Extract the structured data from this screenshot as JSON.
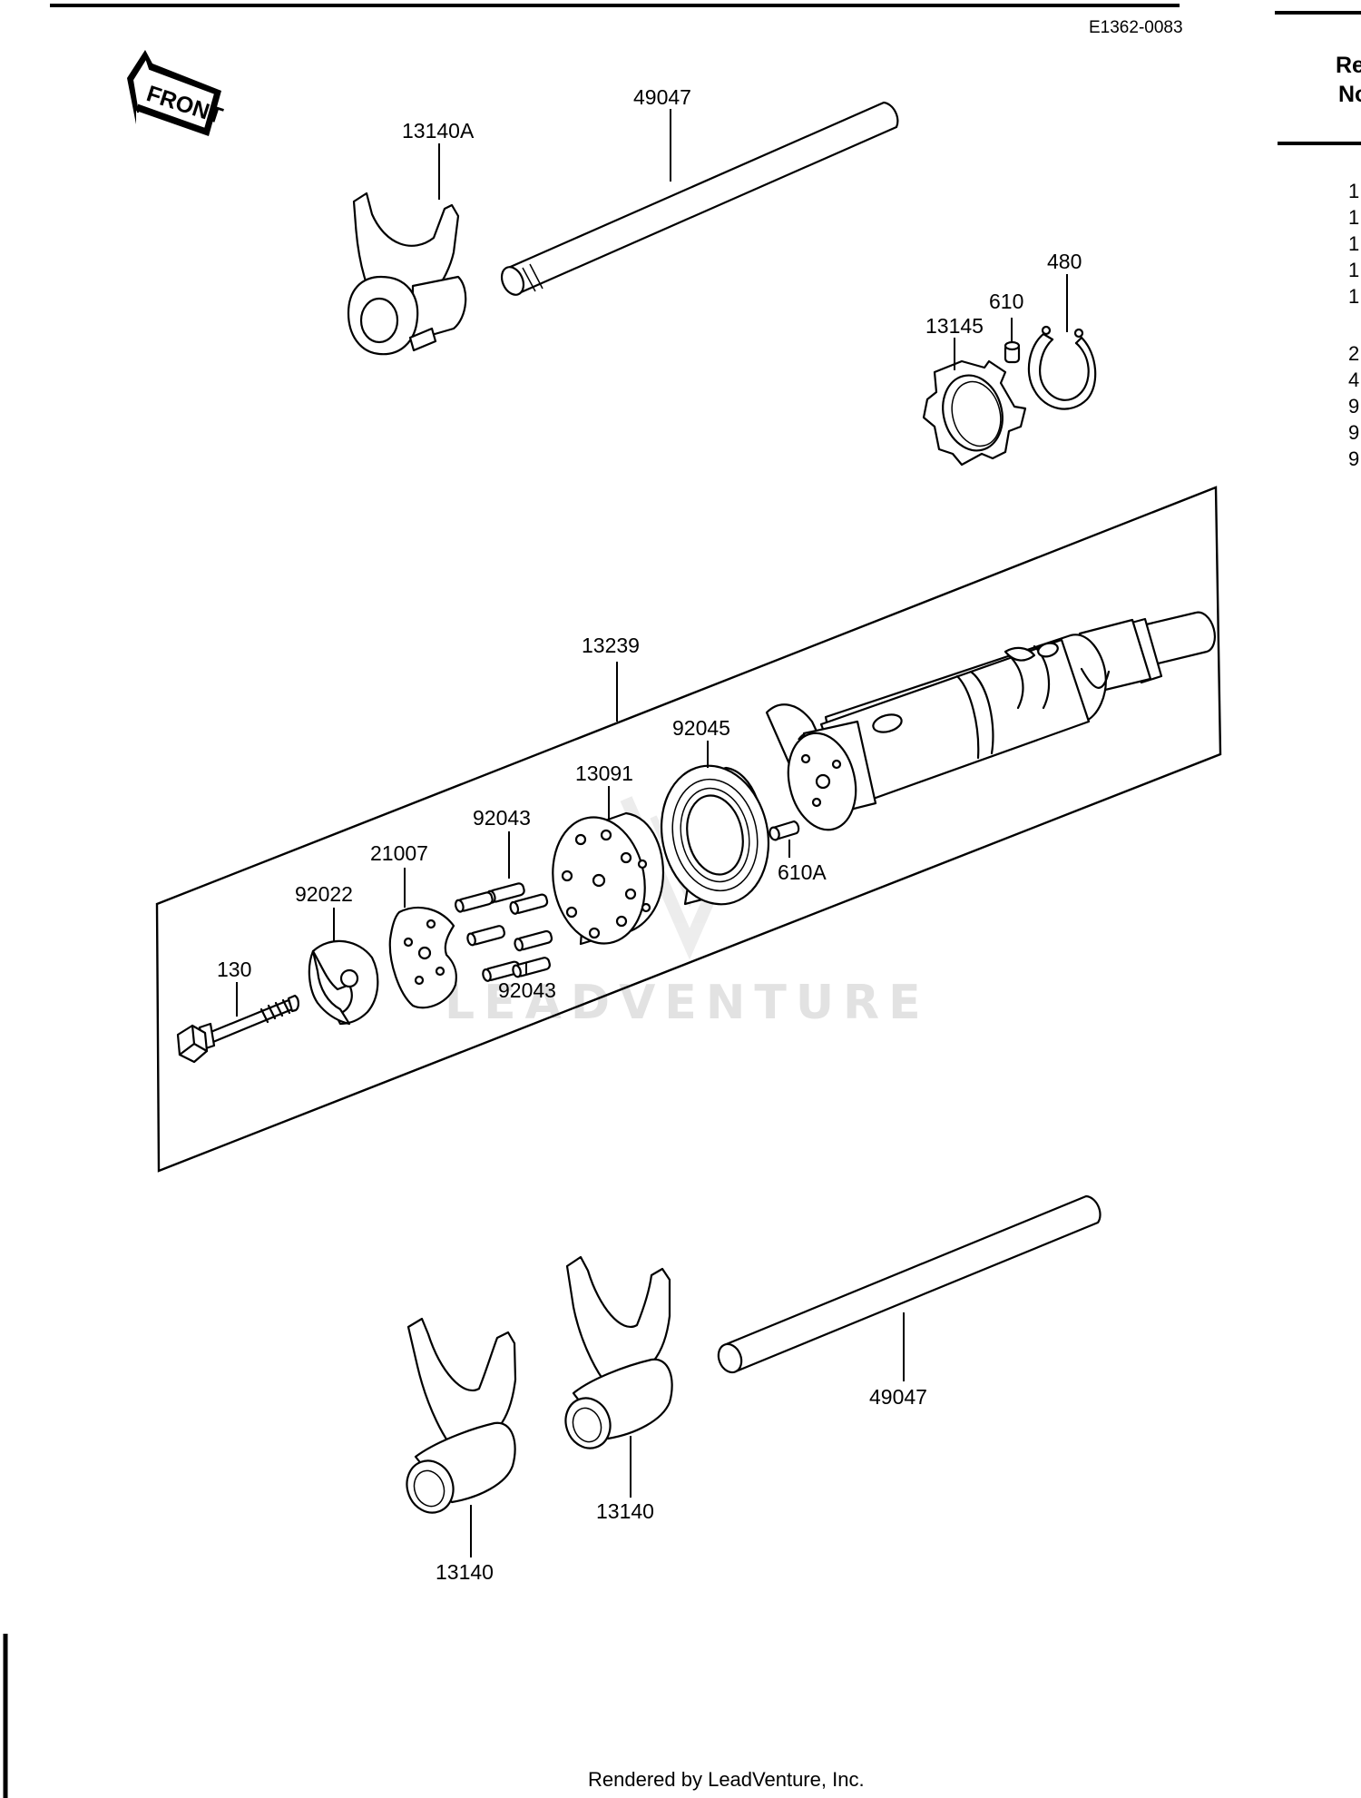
{
  "diagram": {
    "code": "E1362-0083",
    "front_label": "FRONT",
    "watermark": "LEADVENTURE",
    "footer": "Rendered by LeadVenture, Inc.",
    "side_header": [
      "Re",
      "No"
    ],
    "side_refs": [
      "1",
      "1",
      "1",
      "1",
      "1",
      "2",
      "4",
      "9",
      "9",
      "9"
    ],
    "labels": {
      "shaft_top": "49047",
      "fork_top": "13140A",
      "pin_top": "610",
      "circlip": "480",
      "plate_top": "13145",
      "drum_assy": "13239",
      "bearing": "92045",
      "holder": "13091",
      "pins_upper": "92043",
      "pin_plate": "21007",
      "stopper": "92022",
      "pin_drum": "610A",
      "pins_lower": "92043",
      "bolt": "130",
      "shaft_bottom": "49047",
      "fork_mid": "13140",
      "fork_left": "13140"
    }
  }
}
